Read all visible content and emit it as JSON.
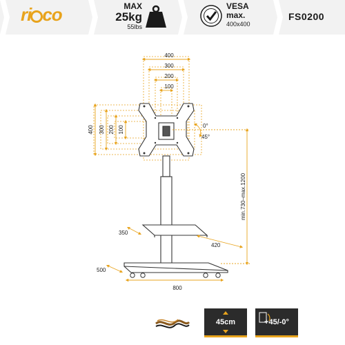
{
  "header": {
    "brand": {
      "pre": "ri",
      "post": "co"
    },
    "max": {
      "label": "MAX",
      "kg": "25kg",
      "lbs": "55lbs"
    },
    "vesa": {
      "label1": "VESA",
      "label2": "max.",
      "size": "400x400"
    },
    "model": "FS0200"
  },
  "dimensions": {
    "width_400": "400",
    "width_300": "300",
    "width_200": "200",
    "width_100": "100",
    "height_400": "400",
    "height_300": "300",
    "height_200": "200",
    "height_100": "100",
    "tilt_0": "0°",
    "tilt_45": "45°",
    "height_range": "min.730–max.1200",
    "shelf_depth": "350",
    "shelf_width": "420",
    "base_depth": "500",
    "base_width": "800"
  },
  "footer": {
    "swivel": "45cm",
    "tilt": "+45/-0°"
  },
  "colors": {
    "accent": "#e8a31c",
    "dark": "#2b2b2b",
    "line": "#333333",
    "header_bg": "#f2f2f2"
  }
}
